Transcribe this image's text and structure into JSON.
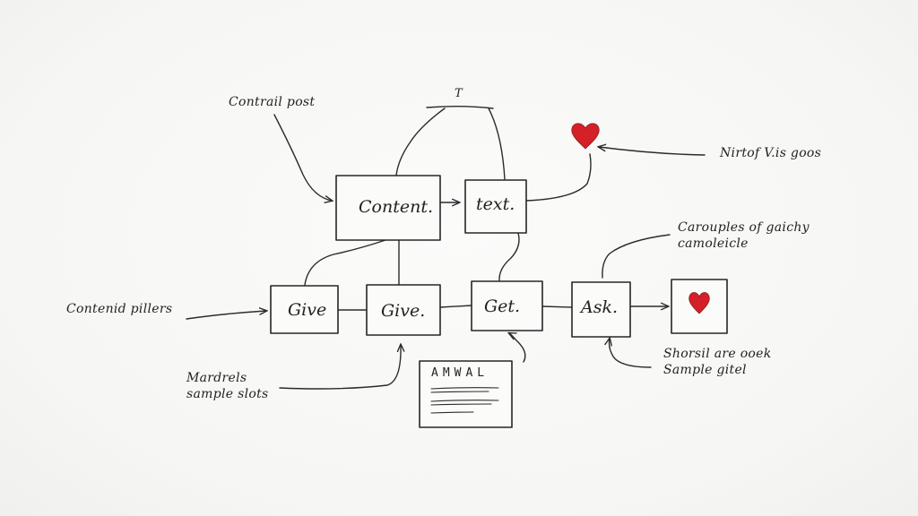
{
  "nodes": {
    "content": "Content.",
    "text": "text.",
    "give1": "Give",
    "give2": "Give.",
    "get": "Get.",
    "ask": "Ask."
  },
  "annotations": {
    "content_post": "Contrail post",
    "top_mark": "T",
    "nwto_goes": "Nirtof V.is goos",
    "groups": [
      "Carouples of gaichy",
      "camoleicle"
    ],
    "content_pillars": "Contenid pillers",
    "sample_slots": [
      "Mardrels",
      "sample slots"
    ],
    "short_sample": [
      "Shorsil are ooek",
      "Sample gitel"
    ]
  },
  "document": {
    "title": "AMWAL"
  },
  "colors": {
    "ink": "#262626",
    "heart": "#d42027",
    "paper": "#f7f7f5"
  },
  "icons": [
    "heart-icon",
    "heart-icon",
    "document-icon",
    "arrow-icon"
  ]
}
